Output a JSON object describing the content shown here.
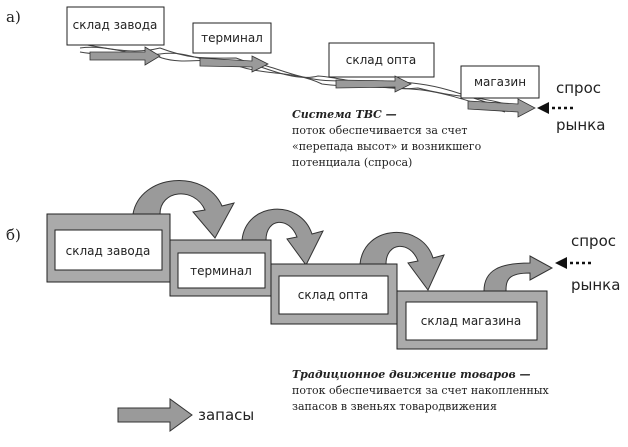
{
  "diagram_a": {
    "part_label": "а)",
    "nodes": [
      "склад завода",
      "терминал",
      "склад опта",
      "магазин"
    ],
    "demand_top": "спрос",
    "demand_bottom": "рынка",
    "caption_title": "Система ТВС —",
    "caption_lines": [
      "поток обеспечивается за счет",
      "«перепада высот» и возникшего",
      "потенциала (спроса)"
    ]
  },
  "diagram_b": {
    "part_label": "б)",
    "nodes": [
      "склад завода",
      "терминал",
      "склад опта",
      "склад магазина"
    ],
    "demand_top": "спрос",
    "demand_bottom": "рынка",
    "caption_title": "Традиционное движение товаров —",
    "caption_lines": [
      "поток обеспечивается за счет накопленных",
      "запасов в звеньях товародвижения"
    ]
  },
  "legend": {
    "label": "запасы"
  },
  "colors": {
    "arrow_fill": "#9a9a9a",
    "arrow_stroke": "#333333",
    "box_stroke": "#222222",
    "frame_fill": "#aaaaaa"
  }
}
